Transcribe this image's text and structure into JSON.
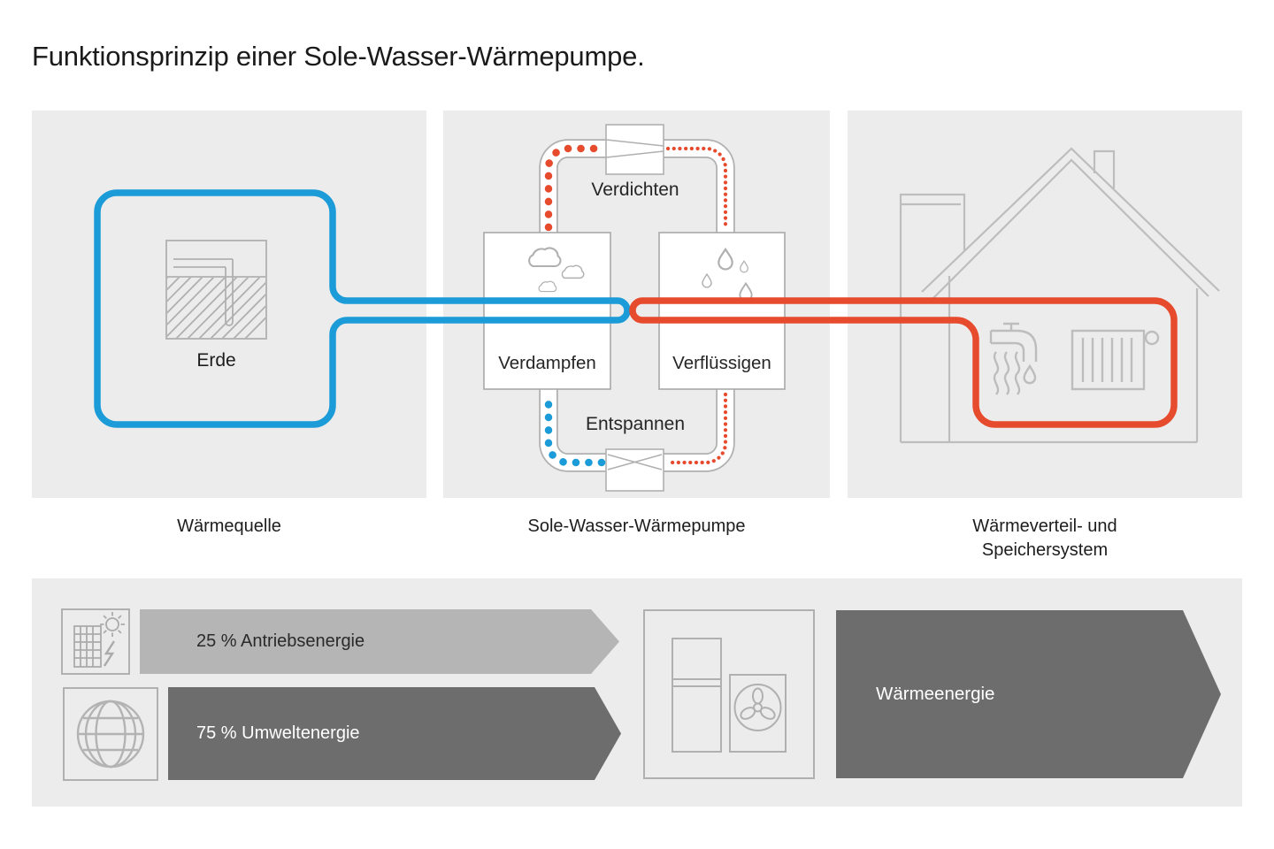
{
  "title": "Funktionsprinzip einer Sole-Wasser-Wärmepumpe.",
  "source_panel": {
    "caption": "Wärmequelle",
    "box_label": "Erde"
  },
  "pump_panel": {
    "caption": "Sole-Wasser-Wärmepumpe",
    "process_top": "Verdichten",
    "process_left": "Verdampfen",
    "process_right": "Verflüssigen",
    "process_bottom": "Entspannen"
  },
  "distribution_panel": {
    "caption_line1": "Wärmeverteil- und",
    "caption_line2": "Speichersystem"
  },
  "energy_flows": {
    "drive_label": "25 % Antriebsenergie",
    "drive_percent": 25,
    "environment_label": "75 % Umweltenergie",
    "environment_percent": 75,
    "output_label": "Wärmeenergie"
  },
  "colors": {
    "cold_pipe_blue": "#1b9bd7",
    "hot_pipe_red": "#e74b2e",
    "panel_background": "#ececec",
    "flow_drive_gray": "#b5b5b5",
    "flow_dark_gray": "#6d6d6d",
    "outline_gray": "#b0b0b0"
  }
}
